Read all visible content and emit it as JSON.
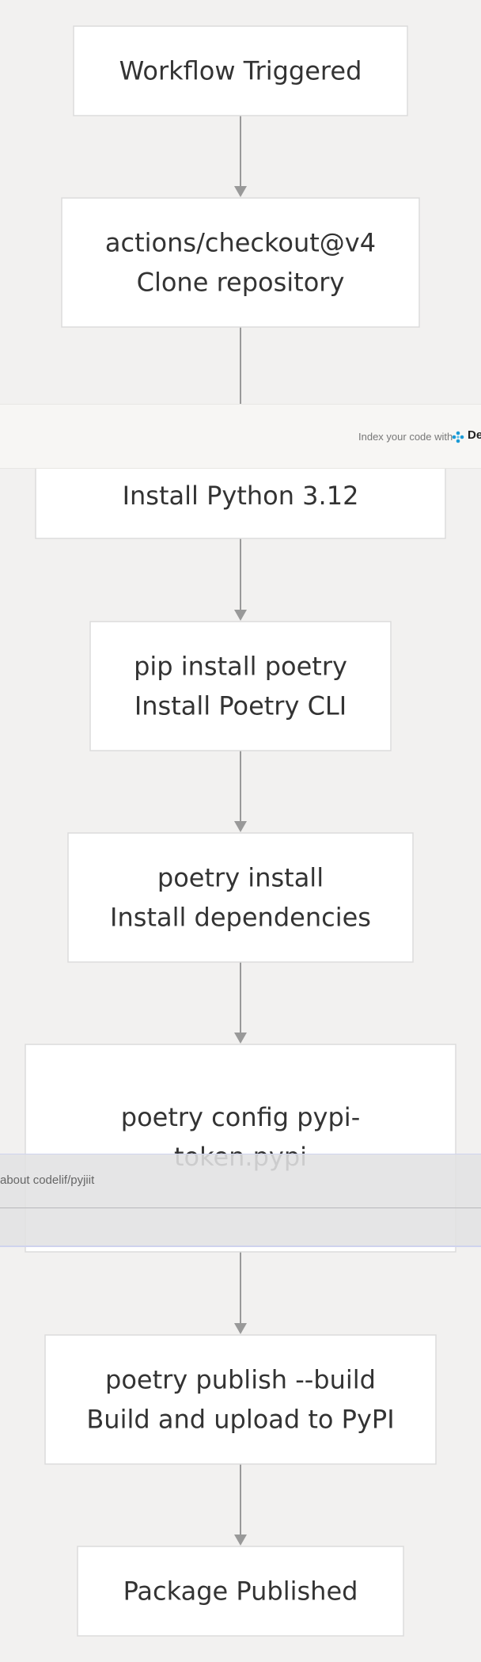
{
  "nodes": [
    {
      "id": "trigger",
      "lines": [
        "Workflow Triggered"
      ]
    },
    {
      "id": "checkout",
      "lines": [
        "actions/checkout@v4",
        "Clone repository"
      ]
    },
    {
      "id": "setup-python",
      "lines": [
        "Install Python 3.12"
      ]
    },
    {
      "id": "pip-poetry",
      "lines": [
        "pip install poetry",
        "Install Poetry CLI"
      ]
    },
    {
      "id": "poetry-install",
      "lines": [
        "poetry install",
        "Install dependencies"
      ]
    },
    {
      "id": "poetry-config",
      "lines": [
        "poetry config pypi-",
        "token.pypi"
      ]
    },
    {
      "id": "poetry-publish",
      "lines": [
        "poetry publish --build",
        "Build and upload to PyPI"
      ]
    },
    {
      "id": "published",
      "lines": [
        "Package Published"
      ]
    }
  ],
  "banner": {
    "index_text": "Index your code with",
    "brand_text": "De",
    "logo_color": "#1a9ad6"
  },
  "overlay": {
    "about_text": "about codelif/pyjiit"
  },
  "colors": {
    "background": "#f2f1f0",
    "node_fill": "#ffffff",
    "node_stroke": "#dcdcdc",
    "edge": "#999999",
    "text": "#333333"
  }
}
